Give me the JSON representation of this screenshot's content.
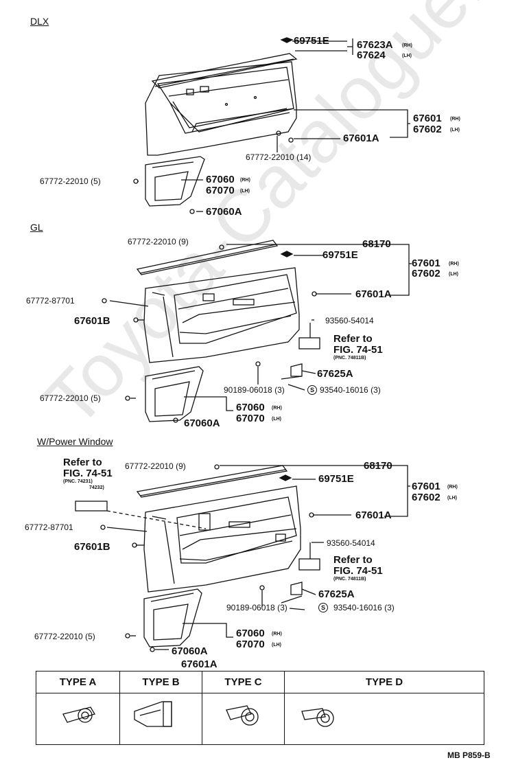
{
  "watermark": "Toyota-Catalogue.ru",
  "sections": {
    "dlx": "DLX",
    "gl": "GL",
    "pw": "W/Power Window"
  },
  "dlx": {
    "p69751E": "69751E",
    "p67623A": "67623A",
    "rh1": "(RH)",
    "p67624": "67624",
    "lh1": "(LH)",
    "p67601": "67601",
    "rh2": "(RH)",
    "p67602": "67602",
    "lh2": "(LH)",
    "p67601A": "67601A",
    "clip14": "67772-22010  (14)",
    "clip5": "67772-22010  (5)",
    "p67060": "67060",
    "rh3": "(RH)",
    "p67070": "67070",
    "lh3": "(LH)",
    "p67060A": "67060A"
  },
  "gl": {
    "clip9": "67772-22010  (9)",
    "p68170": "68170",
    "p69751E": "69751E",
    "p67601": "67601",
    "rh1": "(RH)",
    "p67602": "67602",
    "lh1": "(LH)",
    "p87701": "67772-87701",
    "p67601A": "67601A",
    "p67601B": "67601B",
    "p93560": "93560-54014",
    "refer": "Refer to",
    "fig": "FIG. 74-51",
    "pnc": "(PNC. 74811B)",
    "p67625A": "67625A",
    "p90189": "90189-06018  (3)",
    "s": "S",
    "p93540": "93540-16016  (3)",
    "clip5": "67772-22010  (5)",
    "p67060": "67060",
    "rh2": "(RH)",
    "p67070": "67070",
    "lh2": "(LH)",
    "p67060A": "67060A"
  },
  "pw": {
    "refer1": "Refer to",
    "fig1": "FIG. 74-51",
    "pnc1": "(PNC. 74231)",
    "pnc1b": "74232)",
    "clip9": "67772-22010  (9)",
    "p68170": "68170",
    "p69751E": "69751E",
    "p67601": "67601",
    "rh1": "(RH)",
    "p67602": "67602",
    "lh1": "(LH)",
    "p67601A": "67601A",
    "p87701": "67772-87701",
    "p67601B": "67601B",
    "p93560": "93560-54014",
    "refer2": "Refer to",
    "fig2": "FIG. 74-51",
    "pnc2": "(PNC. 74811B)",
    "p67625A": "67625A",
    "p90189": "90189-06018  (3)",
    "s": "S",
    "p93540": "93540-16016  (3)",
    "clip5": "67772-22010  (5)",
    "p67060": "67060",
    "rh2": "(RH)",
    "p67070": "67070",
    "lh2": "(LH)",
    "p67060A": "67060A"
  },
  "types": {
    "caption": "67601A",
    "headers": [
      "TYPE A",
      "TYPE B",
      "TYPE C",
      "TYPE D"
    ]
  },
  "footer": "MB P859-B"
}
